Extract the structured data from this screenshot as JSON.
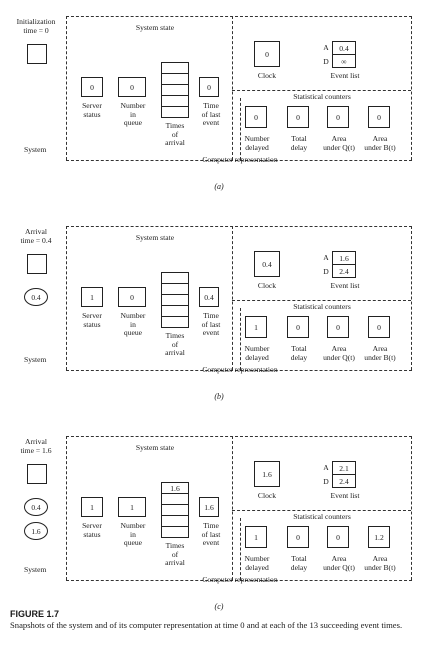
{
  "figure": {
    "title": "FIGURE 1.7",
    "description": "Snapshots of the system and of its computer representation at time 0 and at each of the 13 succeeding event times."
  },
  "labels": {
    "system_state": "System state",
    "clock": "Clock",
    "event_list": "Event list",
    "statistical_counters": "Statistical counters",
    "system": "System",
    "computer_representation": "Computer representation",
    "server_status": "Server\nstatus",
    "number_in_queue": "Number\nin\nqueue",
    "times_of_arrival": "Times\nof\narrival",
    "time_of_last_event": "Time\nof last\nevent",
    "number_delayed": "Number\ndelayed",
    "total_delay": "Total\ndelay",
    "area_q": "Area\nunder Q(t)",
    "area_b": "Area\nunder B(t)",
    "event_a": "A",
    "event_d": "D"
  },
  "panels": [
    {
      "caption": "(a)",
      "event_title": "Initialization\ntime = 0",
      "server_status": "0",
      "number_in_queue": "0",
      "arrival_times": [
        "",
        "",
        "",
        "",
        ""
      ],
      "time_of_last_event": "0",
      "clock": "0",
      "next_arrival": "0.4",
      "next_departure": "∞",
      "number_delayed": "0",
      "total_delay": "0",
      "area_q": "0",
      "area_b": "0",
      "customers": []
    },
    {
      "caption": "(b)",
      "event_title": "Arrival\ntime = 0.4",
      "server_status": "1",
      "number_in_queue": "0",
      "arrival_times": [
        "",
        "",
        "",
        "",
        ""
      ],
      "time_of_last_event": "0.4",
      "clock": "0.4",
      "next_arrival": "1.6",
      "next_departure": "2.4",
      "number_delayed": "1",
      "total_delay": "0",
      "area_q": "0",
      "area_b": "0",
      "customers": [
        "0.4"
      ]
    },
    {
      "caption": "(c)",
      "event_title": "Arrival\ntime = 1.6",
      "server_status": "1",
      "number_in_queue": "1",
      "arrival_times": [
        "1.6",
        "",
        "",
        "",
        ""
      ],
      "time_of_last_event": "1.6",
      "clock": "1.6",
      "next_arrival": "2.1",
      "next_departure": "2.4",
      "number_delayed": "1",
      "total_delay": "0",
      "area_q": "0",
      "area_b": "1.2",
      "customers": [
        "0.4",
        "1.6"
      ]
    }
  ]
}
